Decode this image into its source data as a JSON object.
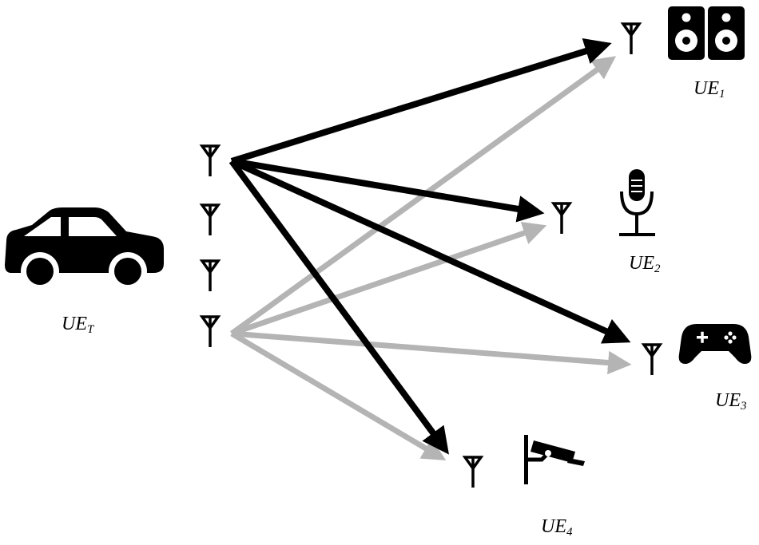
{
  "colors": {
    "primary_link": "#000000",
    "secondary_link": "#b4b4b4",
    "icon": "#000000"
  },
  "transmitter": {
    "label_base": "UE",
    "label_sub": "T",
    "icon": "car-icon"
  },
  "receivers": [
    {
      "label_base": "UE",
      "label_sub": "1",
      "icon": "speaker-icon"
    },
    {
      "label_base": "UE",
      "label_sub": "2",
      "icon": "microphone-icon"
    },
    {
      "label_base": "UE",
      "label_sub": "3",
      "icon": "gamepad-icon"
    },
    {
      "label_base": "UE",
      "label_sub": "4",
      "icon": "security-camera-icon"
    }
  ],
  "links": [
    {
      "from": "tx-antenna-1",
      "to": "UE1",
      "style": "primary"
    },
    {
      "from": "tx-antenna-1",
      "to": "UE2",
      "style": "primary"
    },
    {
      "from": "tx-antenna-1",
      "to": "UE3",
      "style": "primary"
    },
    {
      "from": "tx-antenna-1",
      "to": "UE4",
      "style": "primary"
    },
    {
      "from": "tx-antenna-4",
      "to": "UE1",
      "style": "secondary"
    },
    {
      "from": "tx-antenna-4",
      "to": "UE2",
      "style": "secondary"
    },
    {
      "from": "tx-antenna-4",
      "to": "UE3",
      "style": "secondary"
    },
    {
      "from": "tx-antenna-4",
      "to": "UE4",
      "style": "secondary"
    }
  ]
}
